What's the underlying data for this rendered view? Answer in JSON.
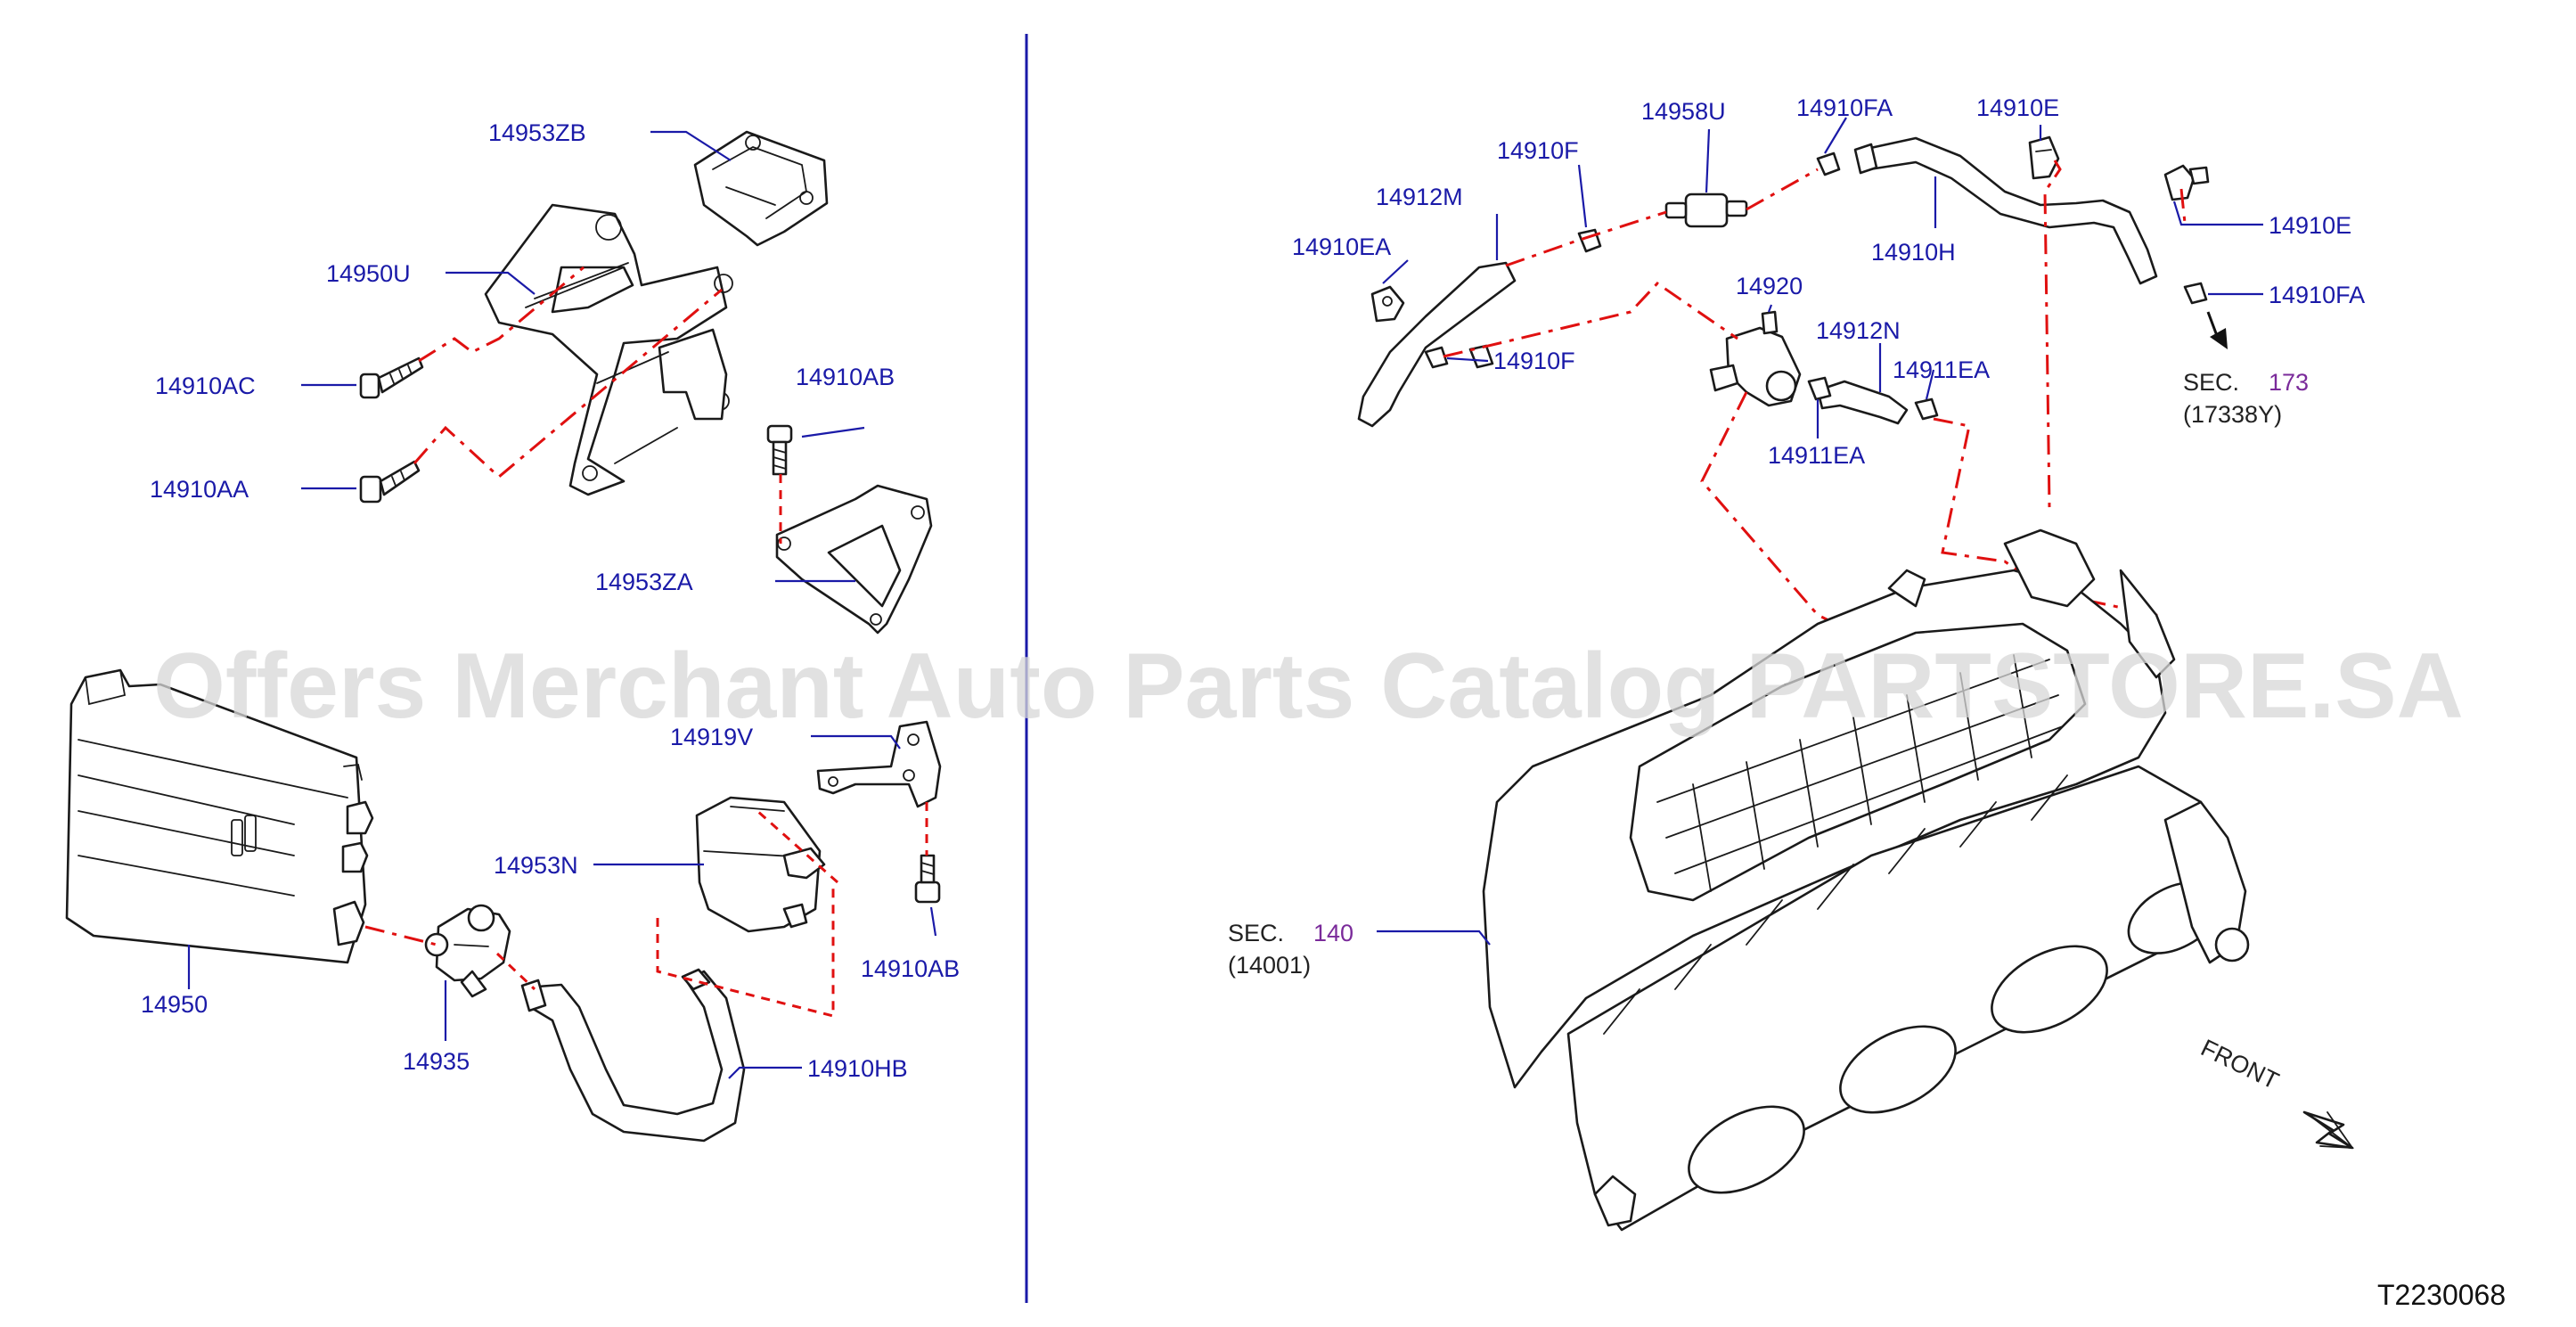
{
  "watermark": "Offers Merchant Auto Parts Catalog PARTSTORE.SA",
  "diagram_ref": "T2230068",
  "part_labels": {
    "p14953ZB": "14953ZB",
    "p14950U": "14950U",
    "p14910AC": "14910AC",
    "p14910AA": "14910AA",
    "p14910AB_top": "14910AB",
    "p14953ZA": "14953ZA",
    "p14919V": "14919V",
    "p14953N": "14953N",
    "p14950": "14950",
    "p14935": "14935",
    "p14910AB_bottom": "14910AB",
    "p14910HB": "14910HB",
    "p14912M": "14912M",
    "p14910F_top": "14910F",
    "p14958U": "14958U",
    "p14910FA_top": "14910FA",
    "p14910E_top": "14910E",
    "p14910E_right": "14910E",
    "p14910FA_right": "14910FA",
    "p14910EA": "14910EA",
    "p14910F_left": "14910F",
    "p14920": "14920",
    "p14912N": "14912N",
    "p14911EA_right": "14911EA",
    "p14911EA_bottom": "14911EA",
    "p14910H": "14910H"
  },
  "section_refs": {
    "sec173": {
      "label": "SEC.",
      "number": "173",
      "code": "(17338Y)"
    },
    "sec140": {
      "label": "SEC.",
      "number": "140",
      "code": "(14001)"
    }
  },
  "front_label": "FRONT",
  "colors": {
    "label": "#1a1aa8",
    "dash": "#e01010",
    "section_number": "#7a2a9a",
    "divider": "#1a1aa8"
  }
}
